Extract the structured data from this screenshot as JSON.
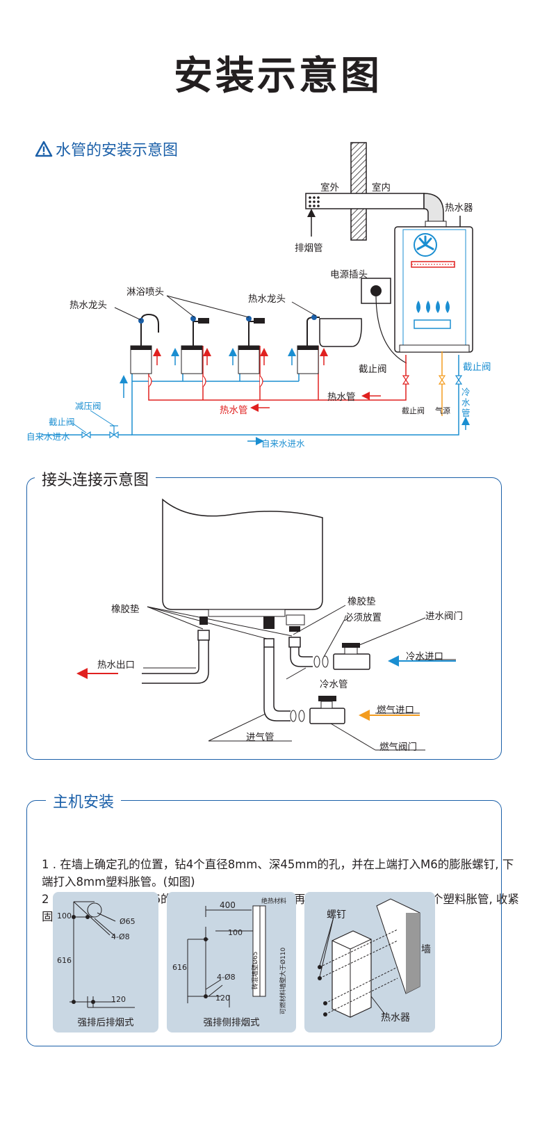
{
  "title": "安装示意图",
  "section1": {
    "title": "水管的安装示意图",
    "labels": {
      "outdoor": "室外",
      "indoor": "室内",
      "heater": "热水器",
      "flue": "排烟管",
      "socket": "电源插头",
      "hot_faucet_left": "热水龙头",
      "shower": "淋浴喷头",
      "hot_faucet_right": "热水龙头",
      "shutoff_red": "截止阀",
      "shutoff_blue": "截止阀",
      "hot_pipe_right": "热水管",
      "hot_pipe_mid": "热水管",
      "cold_pipe": "冷\n水\n管",
      "shutoff_gas": "截止阀",
      "gas_source": "气源",
      "reducer": "减压阀",
      "shutoff_left": "截止阀",
      "tap_in_left": "自来水进水",
      "tap_in_bottom": "自来水进水"
    }
  },
  "section2": {
    "title": "接头连接示意图",
    "labels": {
      "gasket_left": "橡胶垫",
      "gasket_right": "橡胶垫",
      "must_place": "必须放置",
      "inlet_valve": "进水阀门",
      "hot_outlet": "热水出口",
      "cold_inlet": "冷水进口",
      "cold_pipe": "冷水管",
      "gas_inlet": "燃气进口",
      "intake_pipe": "进气管",
      "gas_valve": "燃气阀门"
    }
  },
  "section3": {
    "title": "主机安装",
    "steps": [
      "1 . 在墙上确定孔的位置，钻4个直径8mm、深45mm的孔，并在上端打入M6的膨胀螺钉, 下端打入8mm塑料胀管。(如图)",
      "2 . 挂上主机, 将2个M6的膨胀螺钉拧上安装螺母, 再将安装螺钉拧入下端的两个塑料胀管, 收紧固定主机。"
    ],
    "card1": {
      "caption": "强排后排烟式",
      "d100": "100",
      "d616": "616",
      "d65": "Ø65",
      "d48": "4-Ø8",
      "d120": "120"
    },
    "card2": {
      "caption": "强排侧排烟式",
      "d400": "400",
      "insul": "绝热材料",
      "d100": "100",
      "d616": "616",
      "d48": "4-Ø8",
      "d120": "120",
      "brick": "砖混墙壁Ø65",
      "comb": "可燃材料墙壁大于Ø110"
    },
    "card3": {
      "screw": "螺钉",
      "wall": "墙",
      "heater": "热水器"
    }
  },
  "colors": {
    "accent": "#1a5fa8",
    "cold": "#1a8ed1",
    "hot": "#e0201f",
    "gas": "#f39c1f",
    "card_bg": "#c9d7e3"
  }
}
